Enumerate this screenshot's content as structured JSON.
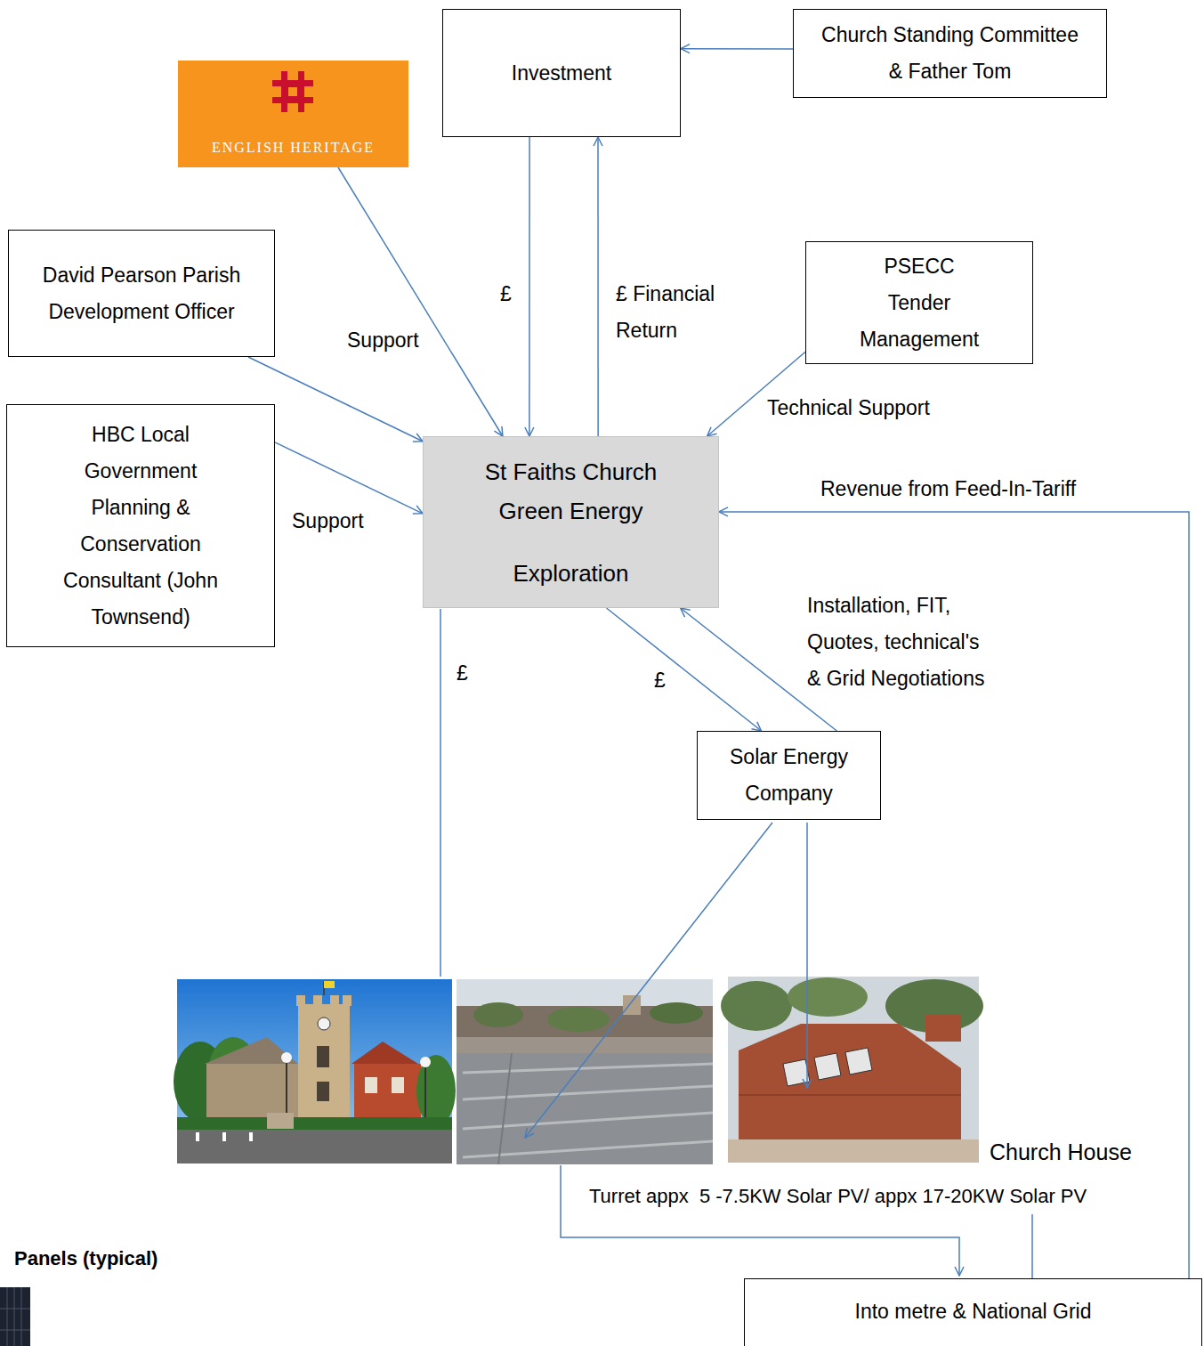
{
  "diagram": {
    "nodes": [
      {
        "text": [
          "Investment"
        ]
      },
      {
        "text": [
          "Church Standing Committee & Father Tom"
        ]
      },
      {
        "text": [
          "ENGLISH HERITAGE"
        ]
      },
      {
        "text": [
          "David Pearson Parish Development Officer"
        ]
      },
      {
        "text": [
          "PSECC Tender Management"
        ]
      },
      {
        "text": [
          "HBC Local Government Planning & Conservation Consultant (John Townsend)"
        ]
      },
      {
        "text": [
          "St Faiths Church Green Energy",
          "Exploration"
        ]
      },
      {
        "text": [
          "Solar Energy Company"
        ]
      },
      {
        "text": [
          "Into metre & National Grid"
        ]
      }
    ],
    "edges": [
      {
        "from": 1,
        "to": 0,
        "arrow": "to"
      },
      {
        "from": 0,
        "to": 6,
        "label": "£",
        "arrow": "to"
      },
      {
        "from": 6,
        "to": 0,
        "label": "£ Financial Return",
        "arrow": "to"
      },
      {
        "from": 2,
        "to": 6,
        "arrow": "to"
      },
      {
        "from": 3,
        "to": 6,
        "label": "Support",
        "arrow": "to"
      },
      {
        "from": 5,
        "to": 6,
        "label": "Support",
        "arrow": "to"
      },
      {
        "from": 4,
        "to": 6,
        "label": "Technical Support",
        "arrow": "to"
      },
      {
        "from": 8,
        "to": 6,
        "label": "Revenue from Feed-In-Tariff",
        "arrow": "to"
      },
      {
        "from": 6,
        "to": 7,
        "label": "£",
        "arrow": "to"
      },
      {
        "from": 7,
        "to": 6,
        "label": "Installation, FIT, Quotes, technical's & Grid Negotiations",
        "arrow": "to"
      }
    ],
    "labels": [
      "£",
      "Church House",
      "Turret appx  5 -7.5KW Solar PV/ appx 17-20KW Solar PV",
      "Panels (typical)"
    ]
  }
}
